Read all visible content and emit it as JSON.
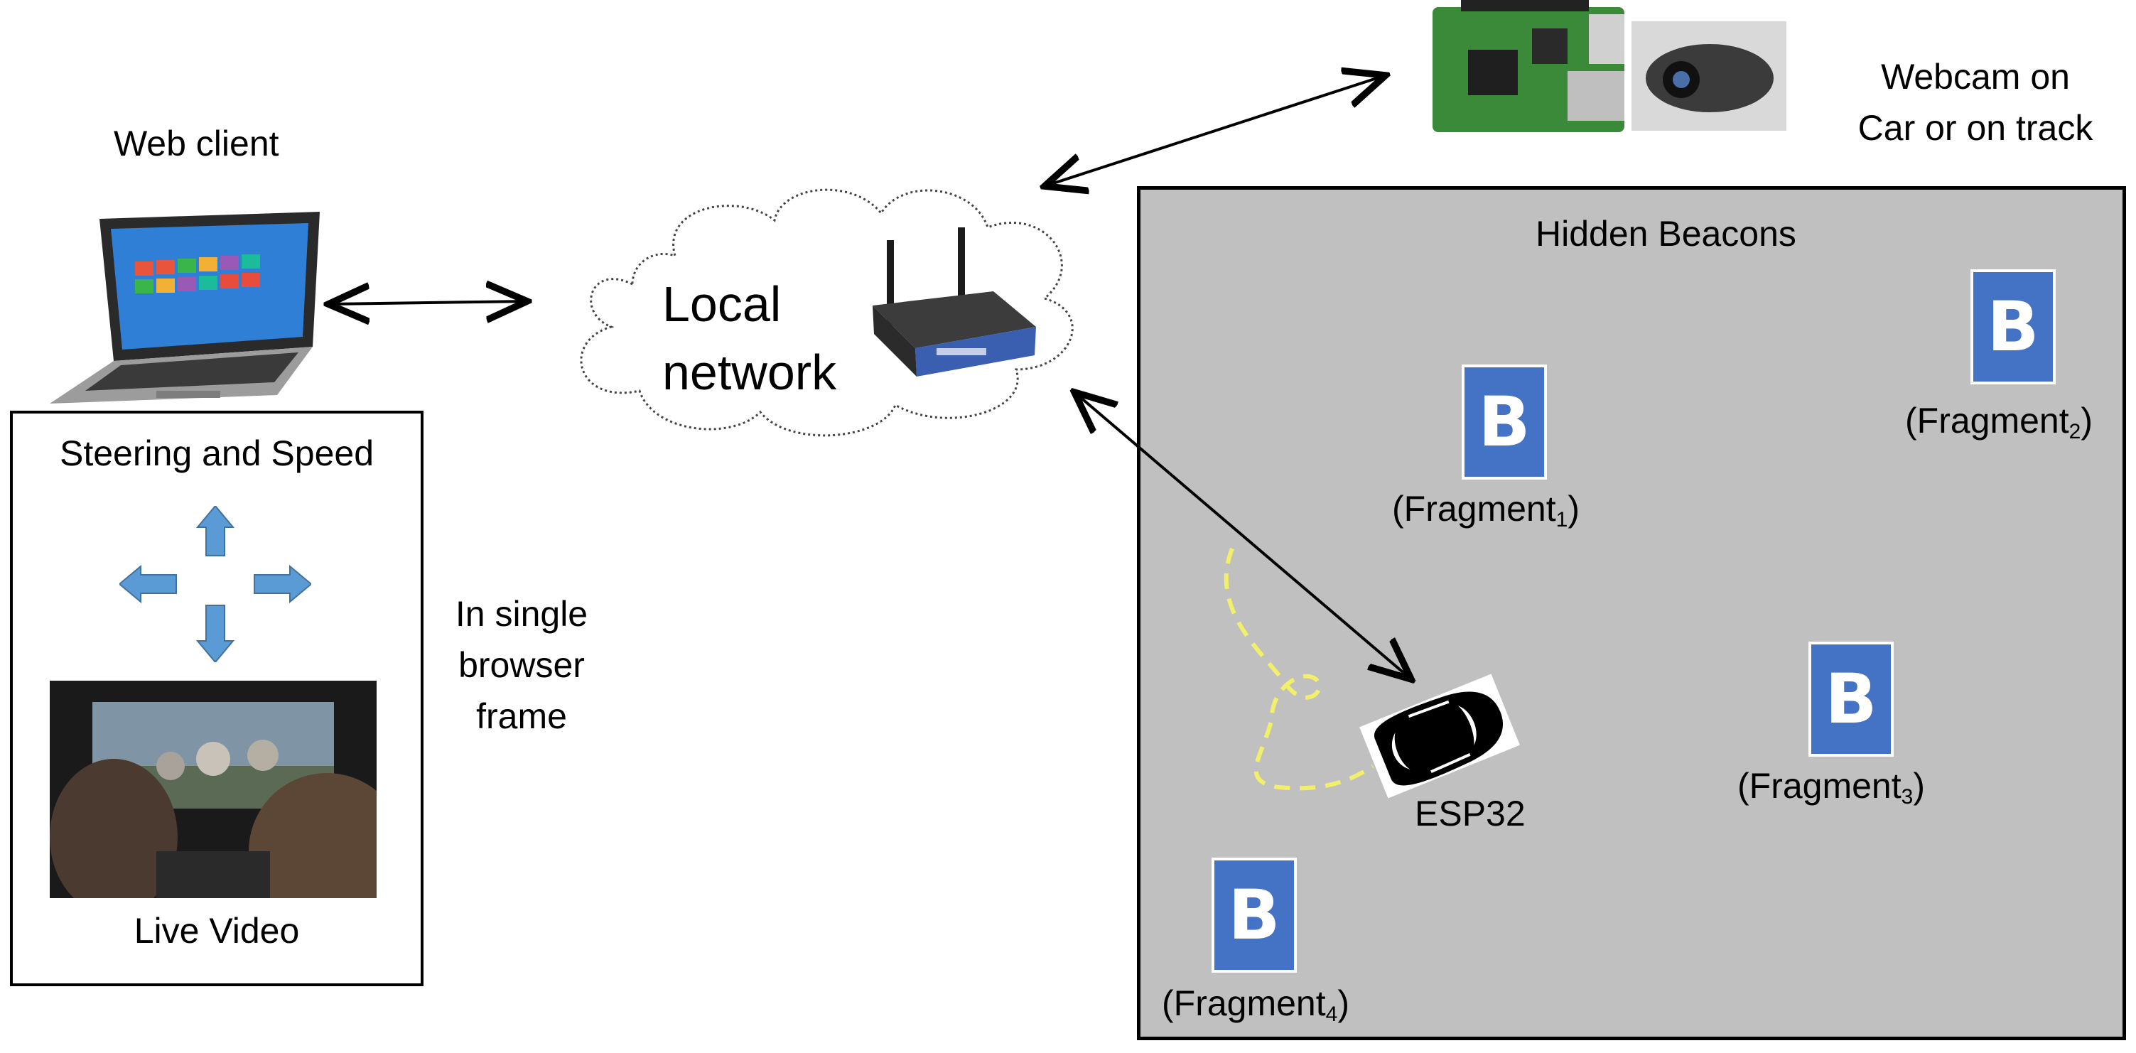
{
  "laptop_label": "Web client",
  "network_label": "Local network",
  "network_line1": "Local",
  "network_line2": "network",
  "webcam_label_line1": "Webcam on",
  "webcam_label_line2": "Car or on track",
  "browser_frame": {
    "steering_label": "Steering and Speed",
    "video_label": "Live Video"
  },
  "frame_note": [
    "In single",
    "browser",
    "frame"
  ],
  "track": {
    "title": "Hidden Beacons",
    "beacon_letter": "B",
    "fragment_word": "(Fragment",
    "fragment_close": ")",
    "fragments": [
      {
        "id": "1"
      },
      {
        "id": "2"
      },
      {
        "id": "3"
      },
      {
        "id": "4"
      }
    ],
    "car_label": "ESP32"
  },
  "colors": {
    "beacon": "#4472c4",
    "arrow_icon": "#5b9bd5",
    "track_bg": "#c0c0c0",
    "path": "#f2ef6b"
  }
}
